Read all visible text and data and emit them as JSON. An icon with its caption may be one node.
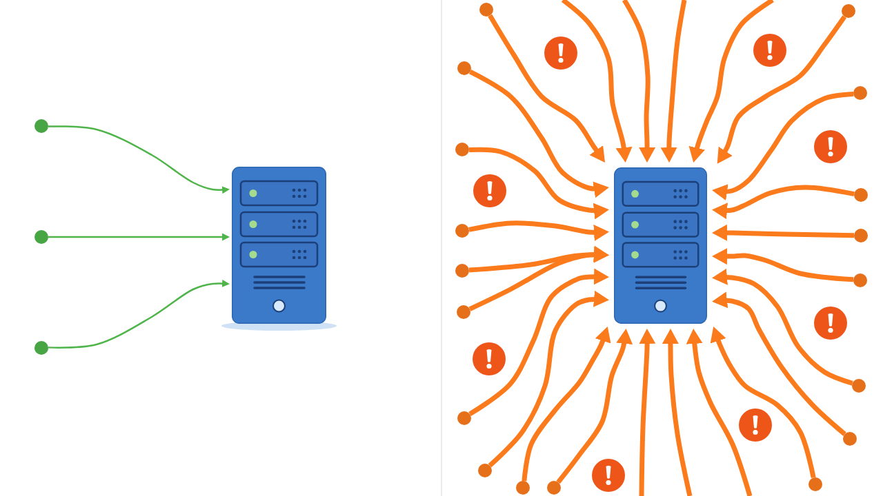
{
  "diagram": {
    "nodes": [
      {
        "text": [],
        "shape": "picture"
      },
      {
        "text": [],
        "shape": "circle"
      },
      {
        "text": [],
        "shape": "circle"
      },
      {
        "text": [],
        "shape": "circle"
      },
      {
        "text": [],
        "shape": "picture"
      },
      {
        "text": [],
        "shape": "circle"
      },
      {
        "text": [],
        "shape": "circle"
      },
      {
        "text": [],
        "shape": "circle"
      },
      {
        "text": [],
        "shape": "circle"
      },
      {
        "text": [],
        "shape": "circle"
      },
      {
        "text": [],
        "shape": "circle"
      },
      {
        "text": [],
        "shape": "circle"
      },
      {
        "text": [],
        "shape": "circle"
      },
      {
        "text": [],
        "shape": "circle"
      },
      {
        "text": [],
        "shape": "circle"
      },
      {
        "text": [],
        "shape": "circle"
      },
      {
        "text": [],
        "shape": "circle"
      },
      {
        "text": [],
        "shape": "circle"
      },
      {
        "text": [],
        "shape": "circle"
      },
      {
        "text": [],
        "shape": "circle"
      },
      {
        "text": [],
        "shape": "circle"
      },
      {
        "text": [],
        "shape": "circle"
      },
      {
        "text": [],
        "shape": "circle"
      }
    ],
    "edges": [
      {
        "from": 1,
        "to": 0,
        "arrow": "to",
        "color": "#4fb44a"
      },
      {
        "from": 2,
        "to": 0,
        "arrow": "to",
        "color": "#4fb44a"
      },
      {
        "from": 3,
        "to": 0,
        "arrow": "to",
        "color": "#4fb44a"
      },
      {
        "from": 5,
        "to": 4,
        "arrow": "to"
      },
      {
        "from": null,
        "to": 4,
        "arrow": "to"
      },
      {
        "from": null,
        "to": 4,
        "arrow": "to"
      },
      {
        "from": null,
        "to": 4,
        "arrow": "to"
      },
      {
        "from": null,
        "to": 4,
        "arrow": "to"
      },
      {
        "from": 6,
        "to": 4,
        "arrow": "to"
      },
      {
        "from": 7,
        "to": 4,
        "arrow": "to"
      },
      {
        "from": 9,
        "to": 4,
        "arrow": "to"
      },
      {
        "from": 11,
        "to": 4,
        "arrow": "to"
      },
      {
        "from": 13,
        "to": 4,
        "arrow": "to"
      },
      {
        "from": 15,
        "to": 4,
        "arrow": "to"
      },
      {
        "from": 17,
        "to": 4,
        "arrow": "to"
      },
      {
        "from": 19,
        "to": 4,
        "arrow": "to"
      },
      {
        "from": 21,
        "to": 4,
        "arrow": "to"
      },
      {
        "from": 22,
        "to": 4,
        "arrow": "to"
      },
      {
        "from": null,
        "to": 4,
        "arrow": "to"
      },
      {
        "from": null,
        "to": 4,
        "arrow": "to"
      },
      {
        "from": null,
        "to": 4,
        "arrow": "to"
      },
      {
        "from": 20,
        "to": 4,
        "arrow": "to"
      },
      {
        "from": 8,
        "to": 4,
        "arrow": "to"
      },
      {
        "from": 10,
        "to": 4,
        "arrow": "to"
      },
      {
        "from": 12,
        "to": 4,
        "arrow": "to"
      },
      {
        "from": 14,
        "to": 4,
        "arrow": "to"
      },
      {
        "from": 16,
        "to": 4,
        "arrow": "to"
      },
      {
        "from": 18,
        "to": 4,
        "arrow": "to"
      }
    ]
  }
}
